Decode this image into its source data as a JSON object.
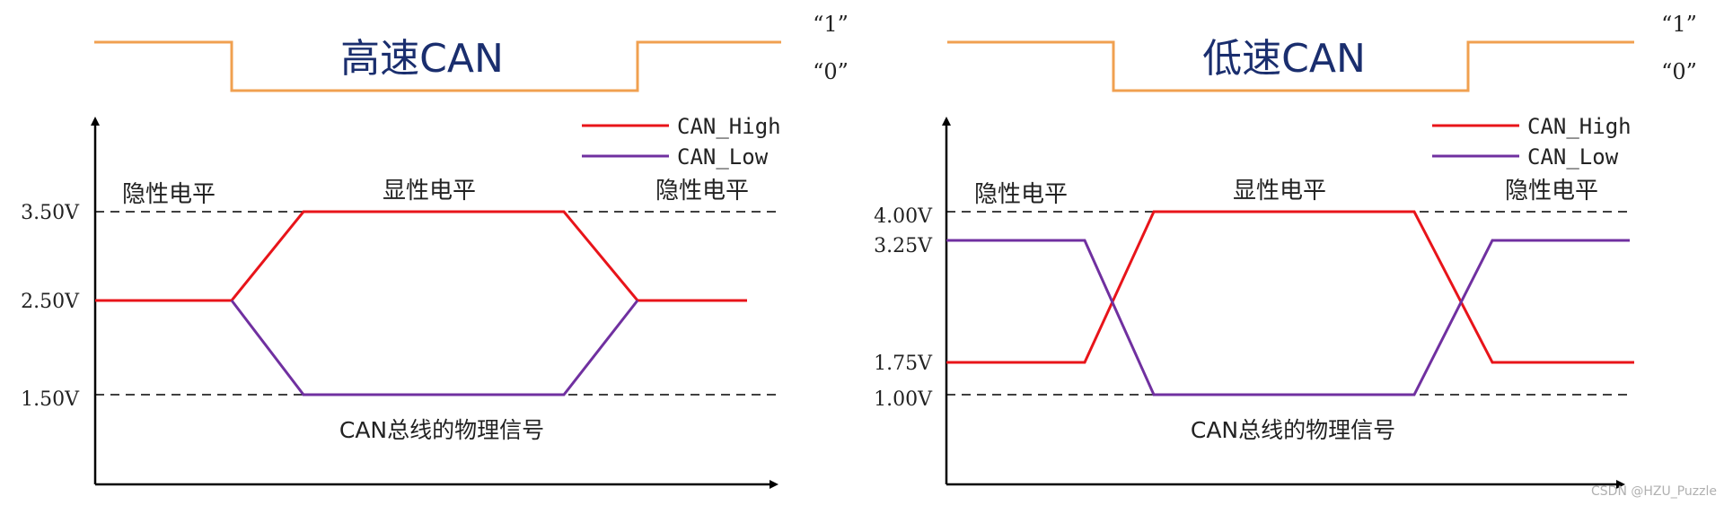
{
  "colors": {
    "logic": "#f0a050",
    "high": "#e8141a",
    "low": "#7030a0",
    "title": "#1a2e6e",
    "axis": "#000000",
    "text": "#222222",
    "dash": "#000000"
  },
  "panels": [
    {
      "id": "high-speed",
      "title": "高速CAN",
      "logic_labels": [
        "“1”",
        "“0”"
      ],
      "legend": [
        "CAN_High",
        "CAN_Low"
      ],
      "regions": [
        "隐性电平",
        "显性电平",
        "隐性电平"
      ],
      "caption": "CAN总线的物理信号",
      "y_ticks": [
        "3.50V",
        "2.50V",
        "1.50V"
      ],
      "tick_values": [
        3.5,
        2.5,
        1.5
      ],
      "dashed_levels": [
        3.5,
        1.5
      ],
      "can_high_values": [
        2.5,
        2.5,
        3.5,
        3.5,
        2.5,
        2.5
      ],
      "can_low_values": [
        2.5,
        2.5,
        1.5,
        1.5,
        2.5
      ]
    },
    {
      "id": "low-speed",
      "title": "低速CAN",
      "logic_labels": [
        "“1”",
        "“0”"
      ],
      "legend": [
        "CAN_High",
        "CAN_Low"
      ],
      "regions": [
        "隐性电平",
        "显性电平",
        "隐性电平"
      ],
      "caption": "CAN总线的物理信号",
      "y_ticks": [
        "4.00V",
        "3.25V",
        "1.75V",
        "1.00V"
      ],
      "tick_values": [
        4.0,
        3.25,
        1.75,
        1.0
      ],
      "dashed_levels": [
        4.0,
        1.0
      ],
      "can_high_values": [
        1.75,
        1.75,
        4.0,
        4.0,
        1.75,
        1.75
      ],
      "can_low_values": [
        3.25,
        3.25,
        1.0,
        1.0,
        3.25,
        3.25
      ]
    }
  ],
  "watermark": "CSDN @HZU_Puzzle"
}
